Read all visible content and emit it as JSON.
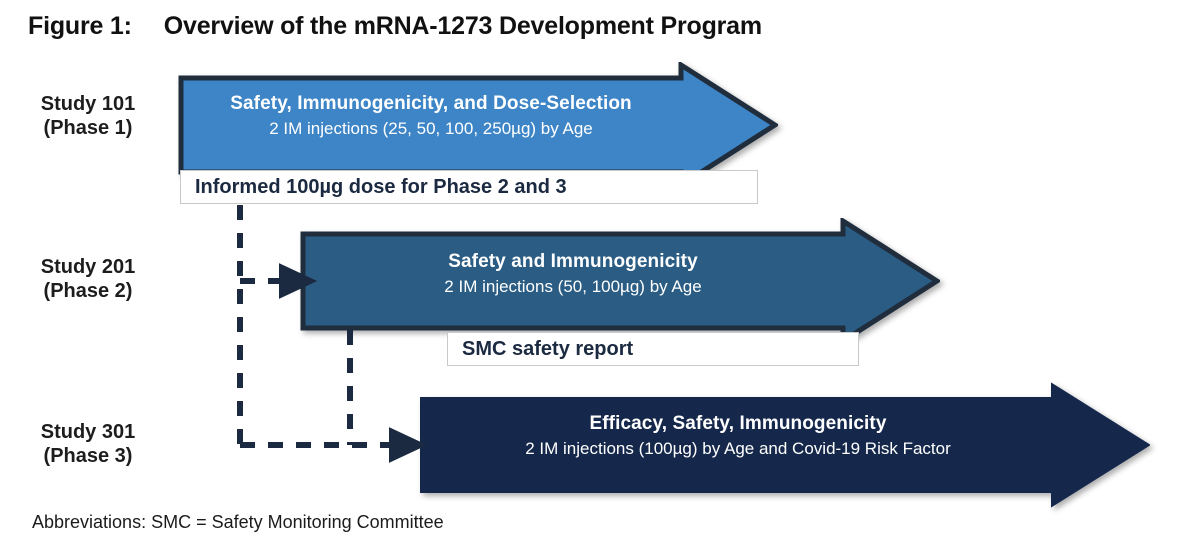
{
  "figure": {
    "label": "Figure 1:",
    "title": "Overview of the mRNA-1273 Development Program"
  },
  "colors": {
    "phase1_fill": "#3d85c6",
    "phase2_fill": "#2a5c84",
    "phase3_fill": "#15284b",
    "arrow_stroke": "#1f2d3d",
    "connector": "#1b2a41",
    "callout_border": "#c9c9c9",
    "callout_background": "#ffffff",
    "text_on_arrow": "#ffffff",
    "page_background": "#ffffff"
  },
  "rows": [
    {
      "id": "study-101",
      "label": "Study 101",
      "phase": "(Phase 1)",
      "arrow": {
        "title": "Safety, Immunogenicity, and Dose-Selection",
        "subtitle": "2 IM injections  (25, 50, 100, 250µg) by Age",
        "fill_key": "phase1_fill"
      }
    },
    {
      "id": "study-201",
      "label": "Study 201",
      "phase": "(Phase 2)",
      "arrow": {
        "title": "Safety and Immunogenicity",
        "subtitle": "2 IM injections  (50, 100µg) by Age",
        "fill_key": "phase2_fill"
      }
    },
    {
      "id": "study-301",
      "label": "Study 301",
      "phase": "(Phase 3)",
      "arrow": {
        "title": "Efficacy, Safety, Immunogenicity",
        "subtitle": "2 IM injections (100µg) by Age and Covid-19 Risk Factor",
        "fill_key": "phase3_fill"
      }
    }
  ],
  "callouts": [
    {
      "id": "informed-dose",
      "text": "Informed 100µg dose for Phase 2 and 3"
    },
    {
      "id": "smc-report",
      "text": "SMC safety report"
    }
  ],
  "connectors": [
    {
      "id": "informed-dose-to-study-201",
      "style": "dashed",
      "arrowhead": "right"
    },
    {
      "id": "informed-dose-to-study-301",
      "style": "dashed",
      "arrowhead": "right"
    },
    {
      "id": "study-201-to-study-301",
      "style": "dashed",
      "arrowhead": "none"
    }
  ],
  "footnote": {
    "text": "Abbreviations: SMC = Safety Monitoring Committee"
  }
}
